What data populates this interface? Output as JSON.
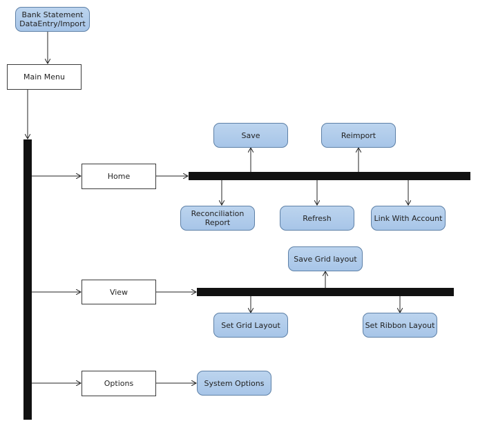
{
  "nodes": {
    "start": "Bank Statement\nDataEntry/Import",
    "main_menu": "Main Menu",
    "home": "Home",
    "view": "View",
    "options": "Options",
    "save": "Save",
    "reimport": "Reimport",
    "reconciliation_report": "Reconciliation Report",
    "refresh": "Refresh",
    "link_with_account": "Link With Account",
    "save_grid_layout": "Save Grid layout",
    "set_grid_layout": "Set Grid Layout",
    "set_ribbon_layout": "Set Ribbon Layout",
    "system_options": "System Options"
  },
  "colors": {
    "node_fill": "#a7c5e8",
    "node_border": "#5c7fa6",
    "bar": "#111111"
  }
}
